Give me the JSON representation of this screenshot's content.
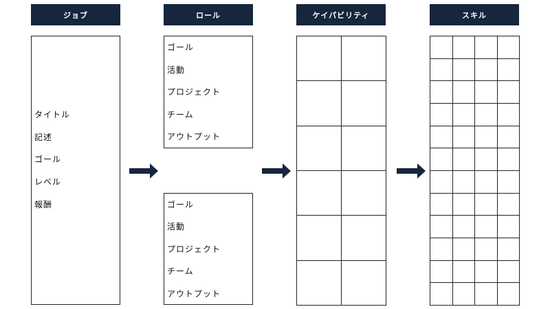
{
  "columns": {
    "job": {
      "header": "ジョブ",
      "items": [
        "タイトル",
        "記述",
        "ゴール",
        "レベル",
        "報酬"
      ]
    },
    "role": {
      "header": "ロール",
      "box1_items": [
        "ゴール",
        "活動",
        "プロジェクト",
        "チーム",
        "アウトプット"
      ],
      "box2_items": [
        "ゴール",
        "活動",
        "プロジェクト",
        "チーム",
        "アウトプット"
      ]
    },
    "capability": {
      "header": "ケイパビリティ",
      "grid_cols": 2,
      "grid_rows": 6
    },
    "skill": {
      "header": "スキル",
      "grid_cols": 4,
      "grid_rows": 12
    }
  },
  "colors": {
    "header_bg": "#15263d",
    "header_text": "#ffffff",
    "arrow": "#15263d",
    "line": "#222222"
  },
  "icons": [
    "right-arrow-icon",
    "right-arrow-icon",
    "right-arrow-icon"
  ]
}
